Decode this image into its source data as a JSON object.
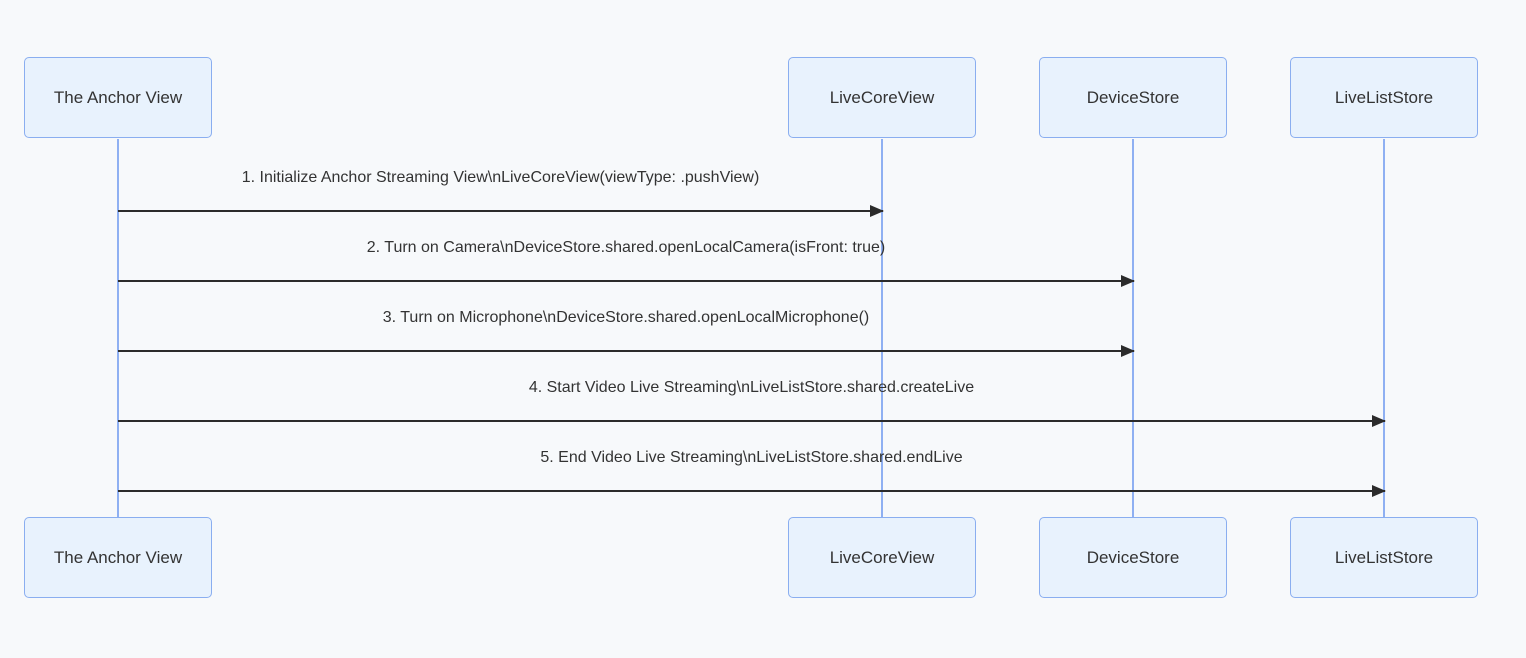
{
  "diagram": {
    "type": "sequence-diagram",
    "colors": {
      "background": "#f7f9fb",
      "actor_fill": "#e8f2fd",
      "actor_border": "#8aaef0",
      "lifeline": "#8fb0f2",
      "arrow": "#2b2b2b",
      "text": "#333333"
    },
    "actors": [
      {
        "id": "anchor-view",
        "label": "The Anchor View"
      },
      {
        "id": "live-core-view",
        "label": "LiveCoreView"
      },
      {
        "id": "device-store",
        "label": "DeviceStore"
      },
      {
        "id": "live-list-store",
        "label": "LiveListStore"
      }
    ],
    "messages": [
      {
        "seq": 1,
        "from": "anchor-view",
        "to": "live-core-view",
        "label": "1. Initialize Anchor Streaming View\\nLiveCoreView(viewType: .pushView)"
      },
      {
        "seq": 2,
        "from": "anchor-view",
        "to": "device-store",
        "label": "2. Turn on Camera\\nDeviceStore.shared.openLocalCamera(isFront: true)"
      },
      {
        "seq": 3,
        "from": "anchor-view",
        "to": "device-store",
        "label": "3. Turn on Microphone\\nDeviceStore.shared.openLocalMicrophone()"
      },
      {
        "seq": 4,
        "from": "anchor-view",
        "to": "live-list-store",
        "label": "4. Start Video Live Streaming\\nLiveListStore.shared.createLive"
      },
      {
        "seq": 5,
        "from": "anchor-view",
        "to": "live-list-store",
        "label": "5. End Video Live Streaming\\nLiveListStore.shared.endLive"
      }
    ]
  }
}
